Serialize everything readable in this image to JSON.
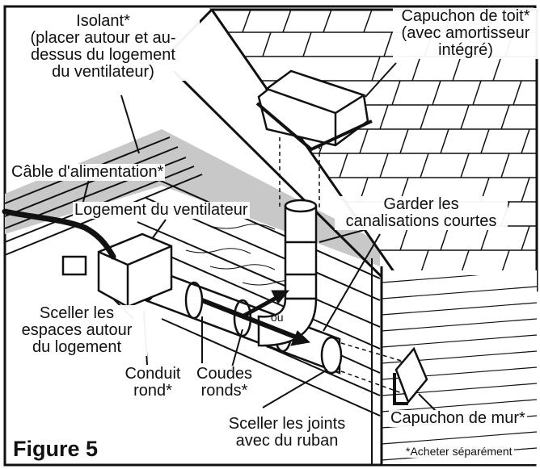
{
  "figure_label": "Figure 5",
  "labels": {
    "insulation_line1": "Isolant*",
    "insulation_line2": "(placer autour et au-",
    "insulation_line3": "dessus du logement",
    "insulation_line4": "du ventilateur)",
    "roof_cap_line1": "Capuchon de toit*",
    "roof_cap_line2": "(avec amortisseur",
    "roof_cap_line3": "intégré)",
    "power_cable": "Câble d'alimentation*",
    "fan_housing": "Logement du ventilateur",
    "keep_short_line1": "Garder les",
    "keep_short_line2": "canalisations courtes",
    "seal_housing_line1": "Sceller les",
    "seal_housing_line2": "espaces autour",
    "seal_housing_line3": "du logement",
    "round_duct_line1": "Conduit",
    "round_duct_line2": "rond*",
    "round_elbows_line1": "Coudes",
    "round_elbows_line2": "ronds*",
    "or": "ou",
    "seal_joints_line1": "Sceller les joints",
    "seal_joints_line2": "avec du ruban",
    "wall_cap": "Capuchon de mur*",
    "purchase_separately": "*Acheter séparément"
  },
  "colors": {
    "ink": "#111111",
    "insulation_gray": "#c8c8c8",
    "background": "#ffffff"
  }
}
